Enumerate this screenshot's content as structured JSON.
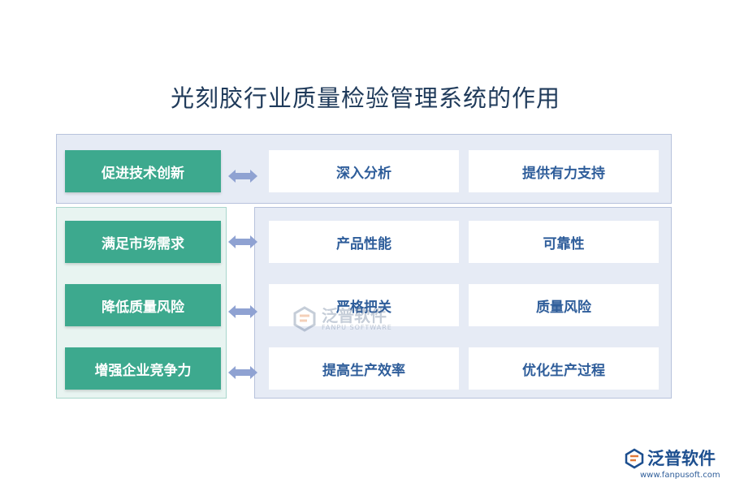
{
  "title": "光刻胶行业质量检验管理系统的作用",
  "rows": [
    {
      "label": "促进技术创新",
      "items": [
        "深入分析",
        "提供有力支持"
      ]
    },
    {
      "label": "满足市场需求",
      "items": [
        "产品性能",
        "可靠性"
      ]
    },
    {
      "label": "降低质量风险",
      "items": [
        "严格把关",
        "质量风险"
      ]
    },
    {
      "label": "增强企业竞争力",
      "items": [
        "提高生产效率",
        "优化生产过程"
      ]
    }
  ],
  "watermark": {
    "name": "泛普软件",
    "sub": "FANPU SOFTWARE"
  },
  "brand": {
    "name": "泛普软件",
    "url": "www.fanpusoft.com"
  },
  "colors": {
    "green": "#3da98e",
    "blue_text": "#2e5d9a",
    "arrow": "#8fa2d2",
    "title": "#1f3a5a"
  }
}
